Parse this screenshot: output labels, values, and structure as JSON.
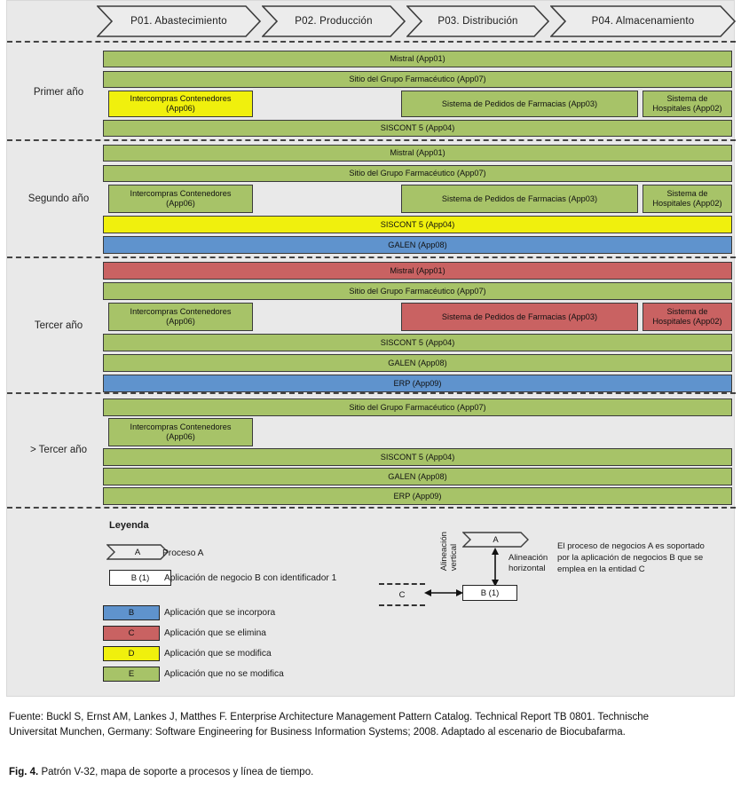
{
  "processes": [
    {
      "id": "P01",
      "label": "P01. Abastecimiento"
    },
    {
      "id": "P02",
      "label": "P02. Producción"
    },
    {
      "id": "P03",
      "label": "P03. Distribución"
    },
    {
      "id": "P04",
      "label": "P04. Almacenamiento"
    }
  ],
  "colors": {
    "incorpora": "#5f93cd",
    "elimina": "#c96262",
    "modifica": "#f0f00d",
    "no_modifica": "#a7c368",
    "background": "#e9e9e9"
  },
  "years": [
    {
      "label": "Primer año",
      "apps": [
        {
          "name": "Mistral (App01)",
          "state": "no_modifica"
        },
        {
          "name": "Sitio del Grupo Farmacéutico (App07)",
          "state": "no_modifica"
        },
        {
          "name": "Intercompras Contenedores (App06)",
          "state": "modifica"
        },
        {
          "name": "Sistema de Pedidos de Farmacias (App03)",
          "state": "no_modifica"
        },
        {
          "name": "Sistema de Hospitales  (App02)",
          "state": "no_modifica"
        },
        {
          "name": "SISCONT 5 (App04)",
          "state": "no_modifica"
        }
      ]
    },
    {
      "label": "Segundo año",
      "apps": [
        {
          "name": "Mistral (App01)",
          "state": "no_modifica"
        },
        {
          "name": "Sitio del Grupo Farmacéutico (App07)",
          "state": "no_modifica"
        },
        {
          "name": "Intercompras Contenedores (App06)",
          "state": "no_modifica"
        },
        {
          "name": "Sistema de Pedidos de Farmacias (App03)",
          "state": "no_modifica"
        },
        {
          "name": "Sistema de Hospitales  (App02)",
          "state": "no_modifica"
        },
        {
          "name": "SISCONT 5 (App04)",
          "state": "modifica"
        },
        {
          "name": "GALEN (App08)",
          "state": "incorpora"
        }
      ]
    },
    {
      "label": "Tercer año",
      "apps": [
        {
          "name": "Mistral (App01)",
          "state": "elimina"
        },
        {
          "name": "Sitio del Grupo Farmacéutico (App07)",
          "state": "no_modifica"
        },
        {
          "name": "Intercompras Contenedores (App06)",
          "state": "no_modifica"
        },
        {
          "name": "Sistema de Pedidos de Farmacias (App03)",
          "state": "elimina"
        },
        {
          "name": "Sistema de Hospitales  (App02)",
          "state": "elimina"
        },
        {
          "name": "SISCONT 5 (App04)",
          "state": "no_modifica"
        },
        {
          "name": "GALEN (App08)",
          "state": "no_modifica"
        },
        {
          "name": "ERP (App09)",
          "state": "incorpora"
        }
      ]
    },
    {
      "label": "> Tercer año",
      "apps": [
        {
          "name": "Sitio del Grupo Farmacéutico (App07)",
          "state": "no_modifica"
        },
        {
          "name": "Intercompras Contenedores (App06)",
          "state": "no_modifica"
        },
        {
          "name": "SISCONT 5 (App04)",
          "state": "no_modifica"
        },
        {
          "name": "GALEN (App08)",
          "state": "no_modifica"
        },
        {
          "name": "ERP (App09)",
          "state": "no_modifica"
        }
      ]
    }
  ],
  "bars": {
    "y1": {
      "mistral": "Mistral (App01)",
      "sitio": "Sitio del Grupo Farmacéutico (App07)",
      "intercompras_l1": "Intercompras Contenedores",
      "intercompras_l2": "(App06)",
      "pedidos": "Sistema de Pedidos de Farmacias (App03)",
      "hospitales_l1": "Sistema de",
      "hospitales_l2": "Hospitales  (App02)",
      "siscont": "SISCONT 5 (App04)"
    },
    "y2": {
      "mistral": "Mistral (App01)",
      "sitio": "Sitio del Grupo Farmacéutico (App07)",
      "intercompras_l1": "Intercompras Contenedores",
      "intercompras_l2": "(App06)",
      "pedidos": "Sistema de Pedidos de Farmacias (App03)",
      "hospitales_l1": "Sistema de",
      "hospitales_l2": "Hospitales  (App02)",
      "siscont": "SISCONT 5 (App04)",
      "galen": "GALEN (App08)"
    },
    "y3": {
      "mistral": "Mistral (App01)",
      "sitio": "Sitio del Grupo Farmacéutico (App07)",
      "intercompras_l1": "Intercompras Contenedores",
      "intercompras_l2": "(App06)",
      "pedidos": "Sistema de Pedidos de Farmacias (App03)",
      "hospitales_l1": "Sistema de",
      "hospitales_l2": "Hospitales  (App02)",
      "siscont": "SISCONT 5 (App04)",
      "galen": "GALEN (App08)",
      "erp": "ERP (App09)"
    },
    "y4": {
      "sitio": "Sitio del Grupo Farmacéutico (App07)",
      "intercompras_l1": "Intercompras Contenedores",
      "intercompras_l2": "(App06)",
      "siscont": "SISCONT 5 (App04)",
      "galen": "GALEN (App08)",
      "erp": "ERP (App09)"
    }
  },
  "year_labels": {
    "y1": "Primer año",
    "y2": "Segundo año",
    "y3": "Tercer año",
    "y4": "> Tercer año"
  },
  "legend": {
    "title": "Leyenda",
    "process_symbol": "A",
    "process_text": "Proceso A",
    "app_symbol": "B (1)",
    "app_text": "Aplicación de negocio B con identificador 1",
    "items": [
      {
        "symbol": "B",
        "state": "incorpora",
        "text": "Aplicación que se incorpora"
      },
      {
        "symbol": "C",
        "state": "elimina",
        "text": "Aplicación que se elimina"
      },
      {
        "symbol": "D",
        "state": "modifica",
        "text": "Aplicación que se modifica"
      },
      {
        "symbol": "E",
        "state": "no_modifica",
        "text": "Aplicación que no se modifica"
      }
    ],
    "diagram": {
      "vertical_label_l1": "Alineación",
      "vertical_label_l2": "vertical",
      "horizontal_label_l1": "Alineación",
      "horizontal_label_l2": "horizontal",
      "process_a": "A",
      "app_b": "B (1)",
      "entity_c": "C",
      "description": "El proceso de negocios A es soportado por la aplicación de negocios B que se emplea en la entidad C"
    }
  },
  "caption": {
    "source": "Fuente: Buckl S, Ernst AM, Lankes J, Matthes F. Enterprise Architecture Management Pattern Catalog. Technical Report TB 0801. Technische Universitat Munchen, Germany: Software Engineering for Business Information Systems; 2008. Adaptado al escenario de Biocubafarma.",
    "fig_number": "Fig. 4.",
    "fig_text": "Patrón V-32, mapa de soporte a procesos y línea de tiempo."
  }
}
